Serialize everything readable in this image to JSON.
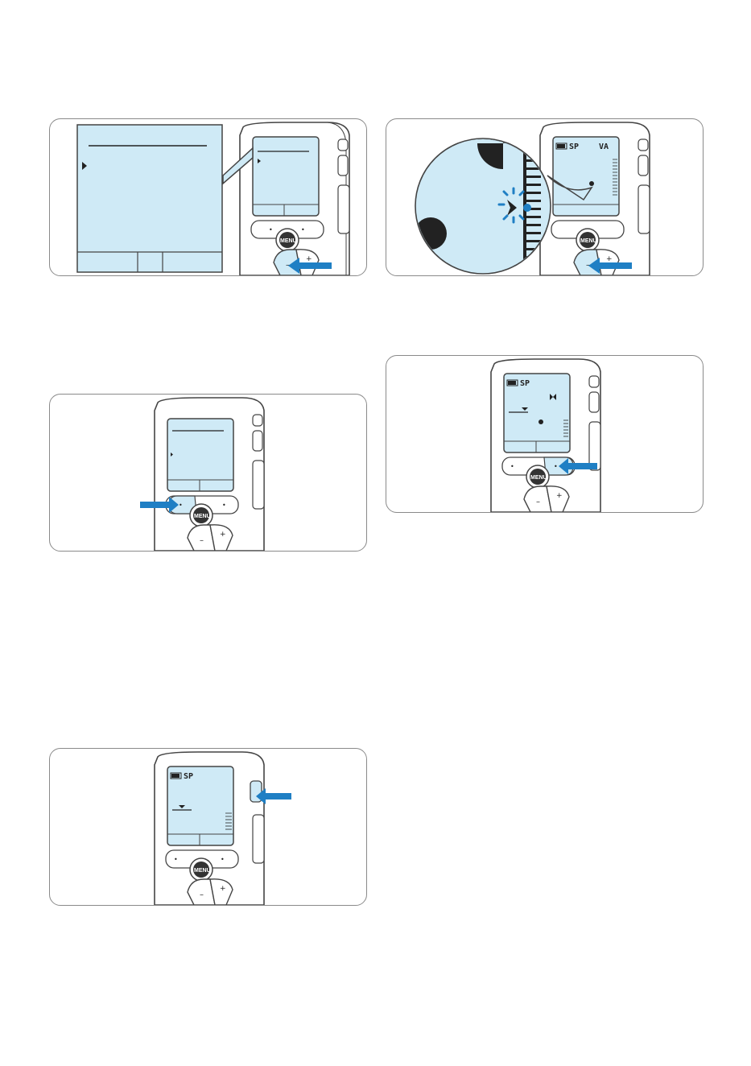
{
  "figures": [
    {
      "id": "fig-1",
      "description_hidden": true
    },
    {
      "id": "fig-2"
    },
    {
      "id": "fig-3"
    },
    {
      "id": "fig-4"
    },
    {
      "id": "fig-5"
    }
  ],
  "device": {
    "menu_label": "MENU",
    "plus_symbol": "+",
    "minus_symbol": "–",
    "softkey_symbol": "•"
  },
  "lcd": {
    "speed_label": "SP",
    "voice_mode_label": "VA"
  },
  "colors": {
    "lcd_blue": "#cfeaf6",
    "arrow_blue": "#1f7fc4",
    "device_outline": "#444444",
    "panel_border": "#8a8a8a"
  }
}
